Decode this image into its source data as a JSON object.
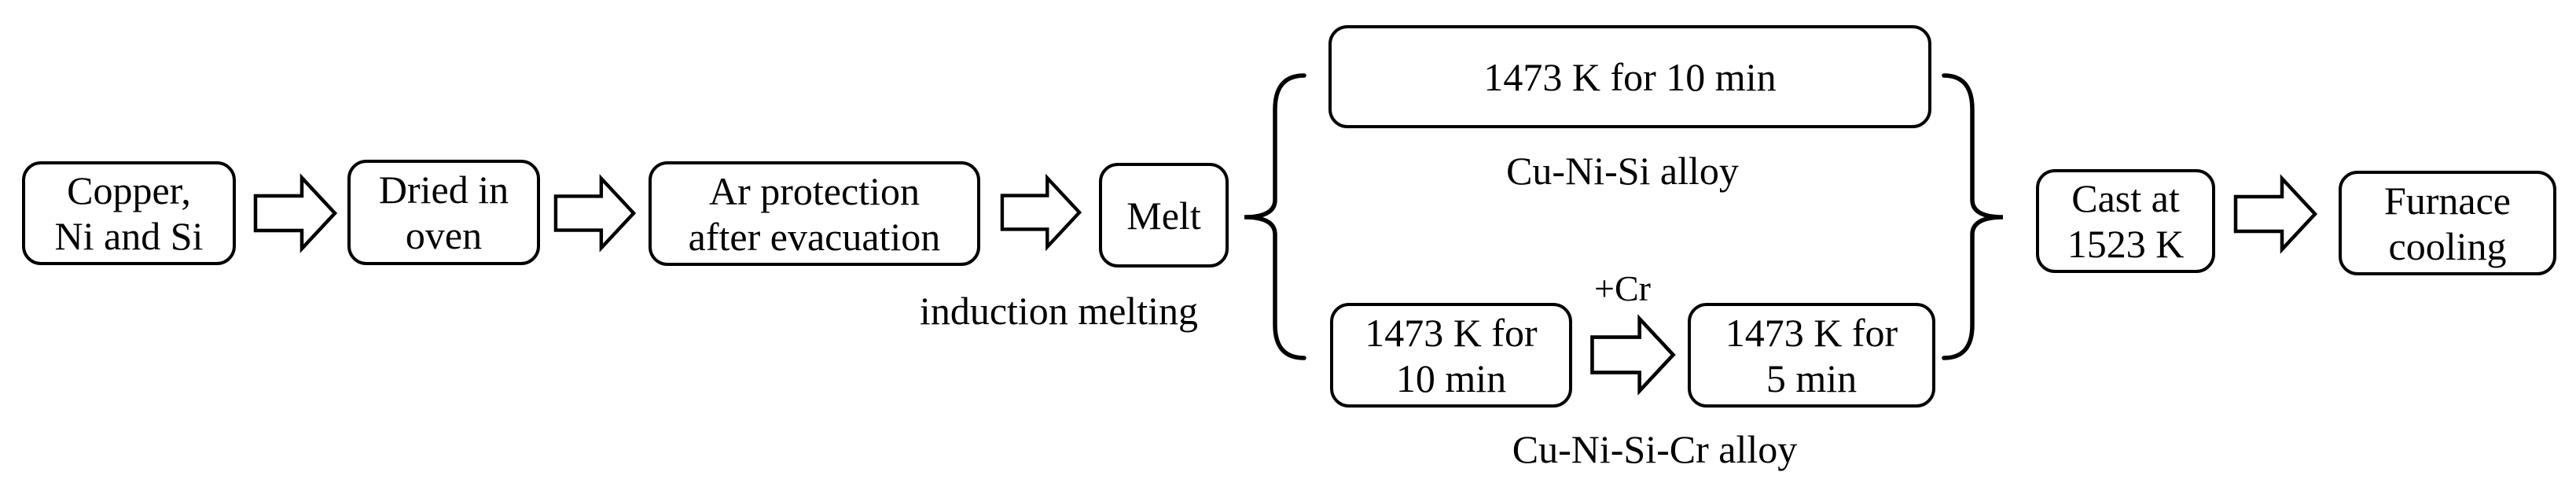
{
  "diagram": {
    "description": "Alloy preparation process flowchart",
    "colors": {
      "line": "#000000",
      "fill": "#ffffff",
      "text": "#000000"
    },
    "boxes": {
      "raw_materials": "Copper,\nNi and Si",
      "drying": "Dried in\noven",
      "ar_protection": "Ar protection\nafter evacuation",
      "melt": "Melt",
      "hold_top": "1473 K for 10 min",
      "hold_bottom_step1": "1473 K for\n10 min",
      "hold_bottom_step2": "1473 K for\n5 min",
      "cast": "Cast at\n1523 K",
      "cooling": "Furnace\ncooling"
    },
    "labels": {
      "melting_method": "induction melting",
      "branch_top_alloy": "Cu-Ni-Si alloy",
      "branch_bottom_alloy": "Cu-Ni-Si-Cr alloy",
      "addition": "+Cr"
    }
  }
}
